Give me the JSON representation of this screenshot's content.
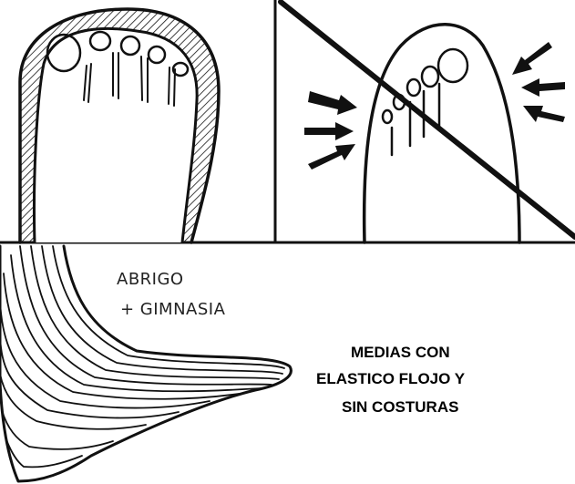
{
  "sock_panel": {
    "label_line1": "ABRIGO",
    "label_line2": "+ GIMNASIA"
  },
  "caption": {
    "line1": "MEDIAS CON",
    "line2": "ELASTICO FLOJO Y",
    "line3": "SIN COSTURAS"
  },
  "colors": {
    "ink": "#111111",
    "paper": "#ffffff"
  }
}
